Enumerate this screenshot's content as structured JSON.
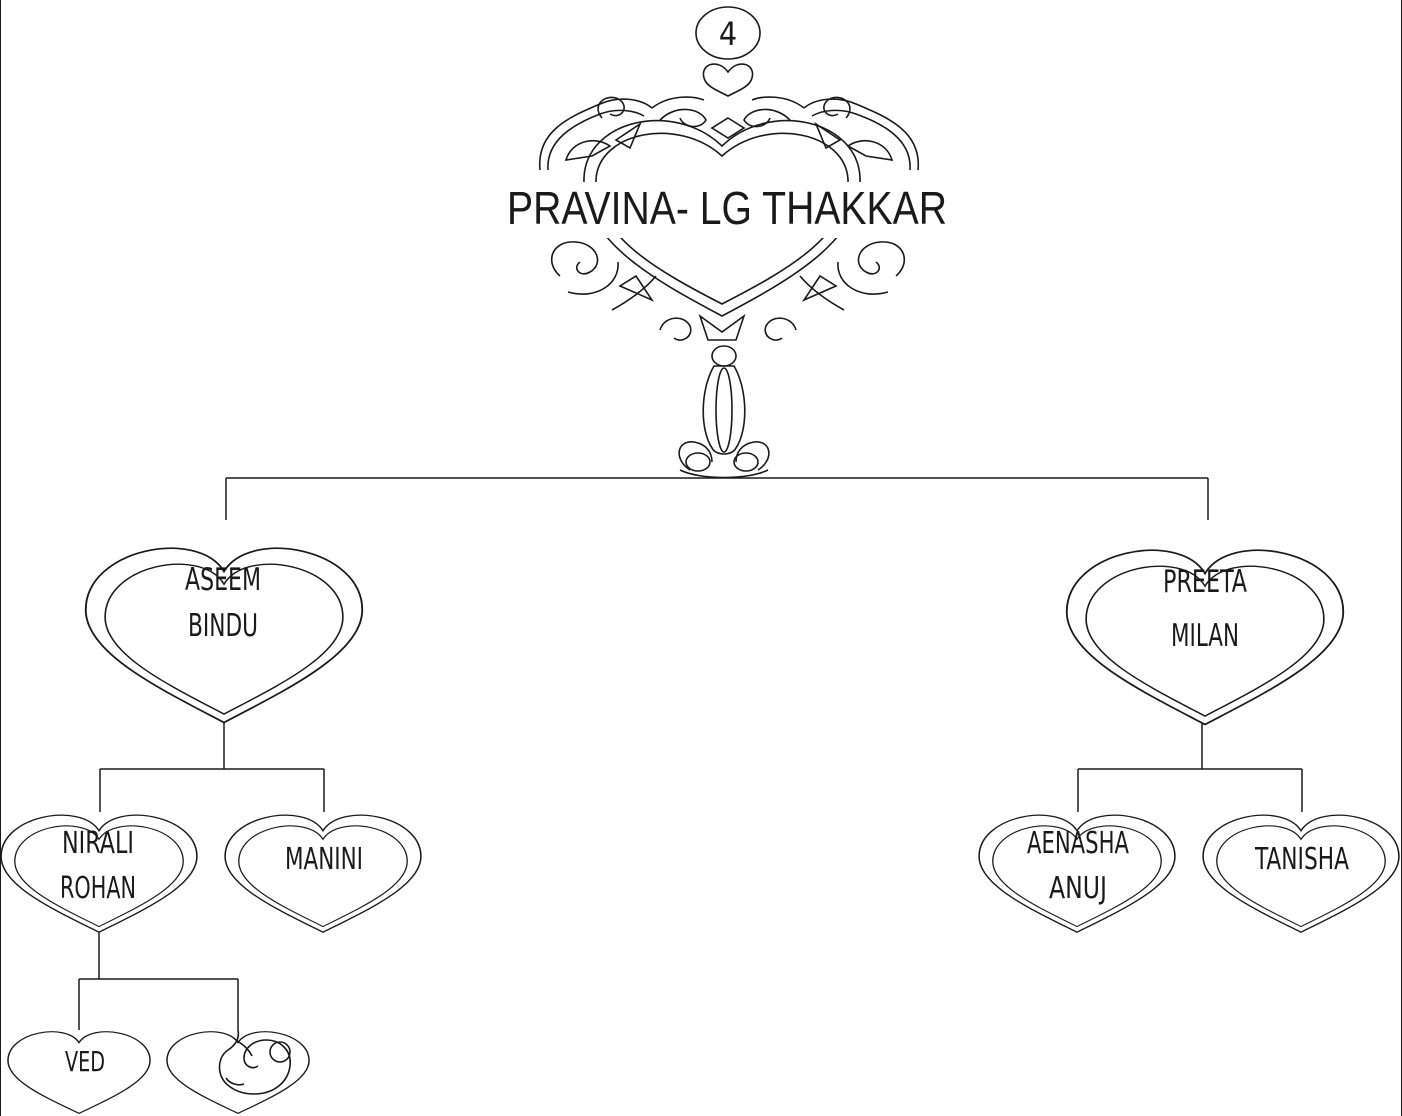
{
  "page_number": "4",
  "title": "PRAVINA- LG THAKKAR",
  "children": {
    "left": {
      "line1": "ASEEM",
      "line2": "BINDU"
    },
    "right": {
      "line1": "PREETA",
      "line2": "MILAN"
    }
  },
  "grandchildren": {
    "nirali": {
      "line1": "NIRALI",
      "line2": "ROHAN"
    },
    "manini": {
      "label": "MANINI"
    },
    "aenasha": {
      "line1": "AENASHA",
      "line2": "ANUJ"
    },
    "tanisha": {
      "label": "TANISHA"
    }
  },
  "great_grandchildren": {
    "ved": {
      "label": "VED"
    },
    "unborn": {
      "icon": "fetus-icon"
    }
  },
  "colors": {
    "ink": "#1a1a1a",
    "background": "#ffffff"
  }
}
